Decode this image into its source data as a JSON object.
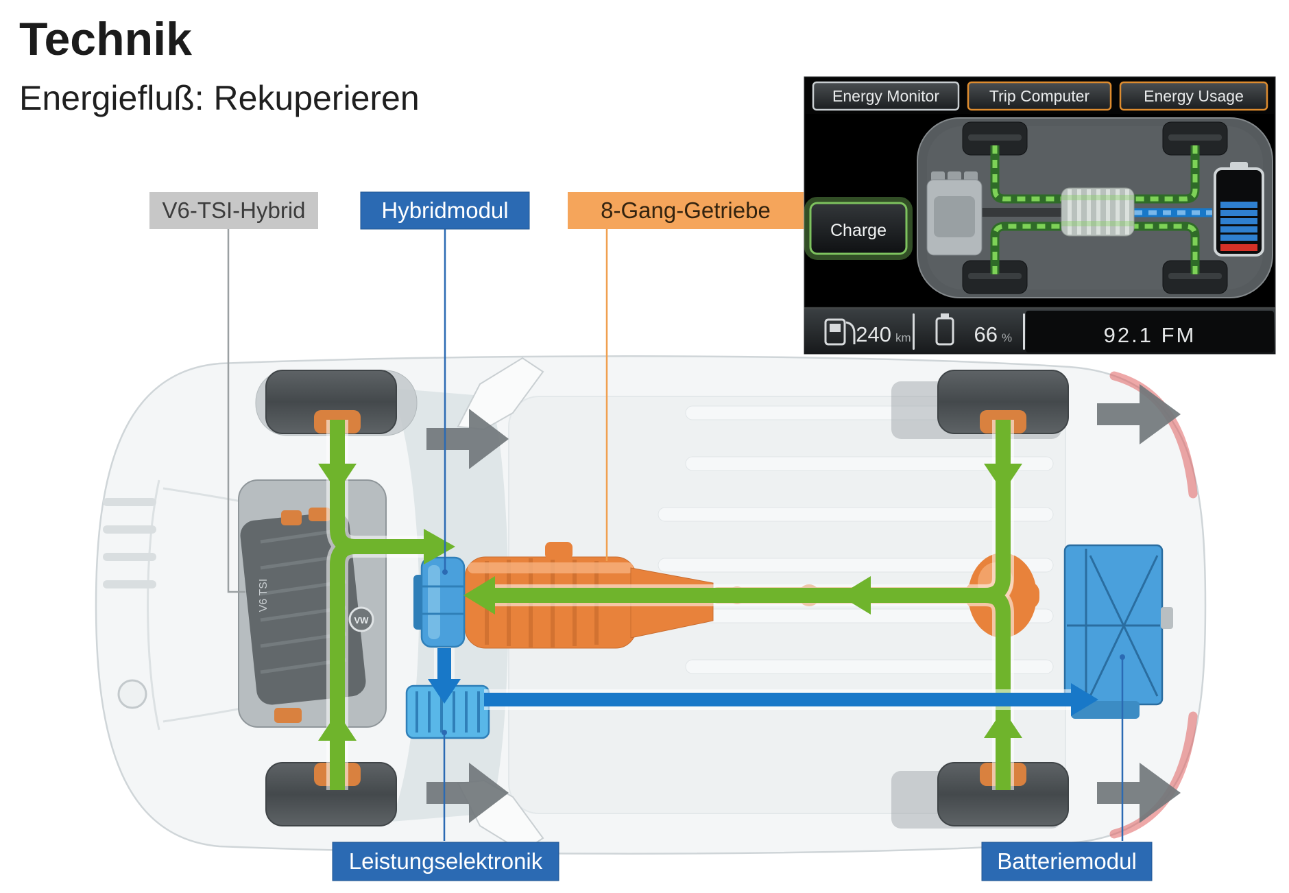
{
  "header": {
    "title": "Technik",
    "subtitle": "Energiefluß: Rekuperieren"
  },
  "diagram_labels": {
    "engine": "V6-TSI-Hybrid",
    "hybrid_module": "Hybridmodul",
    "gearbox": "8-Gang-Getriebe",
    "power_electronics": "Leistungselektronik",
    "battery": "Batteriemodul",
    "engine_badge": "V6 TSI",
    "vw_badge": "VW"
  },
  "infotainment": {
    "tabs": [
      {
        "label": "Energy Monitor",
        "active": true
      },
      {
        "label": "Trip Computer",
        "active": false
      },
      {
        "label": "Energy Usage",
        "active": false
      }
    ],
    "charge_button_label": "Charge",
    "status_bar": {
      "range_value": "240",
      "range_unit": "km",
      "battery_value": "66",
      "battery_unit": "%",
      "radio_station": "92.1 FM"
    }
  },
  "colors": {
    "flow_green": "#6fb42c",
    "flow_blue": "#1878c8",
    "component_orange": "#e8823b",
    "module_blue": "#4aa0dc",
    "label_blue": "#2b6ab3",
    "label_gray": "#c7c7c7",
    "label_orange": "#f5a55b",
    "tab_active_border": "#c9ced1",
    "tab_inactive_border": "#de8c2f",
    "charge_glow_green": "#7ec35f"
  }
}
